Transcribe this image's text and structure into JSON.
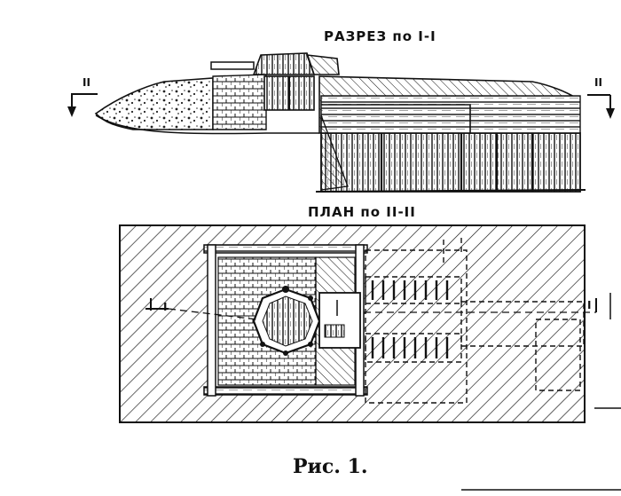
{
  "figure": {
    "title_section": "РАЗРЕЗ по I-I",
    "title_plan": "ПЛАН по II-II",
    "caption": "Рис. 1.",
    "marks": {
      "section_left": "II",
      "section_right": "II",
      "plan_left": "I",
      "plan_right": "I"
    }
  }
}
